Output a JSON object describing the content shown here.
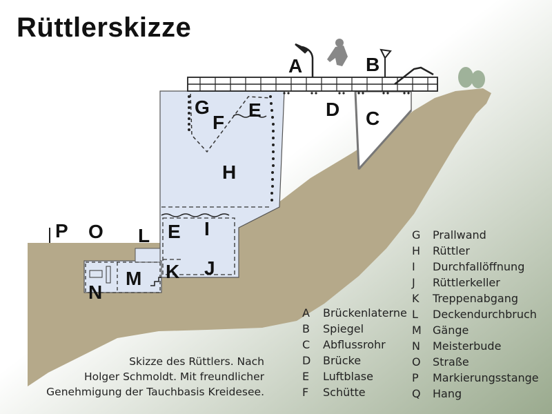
{
  "title": "Rüttlerskizze",
  "labels": {
    "A": "A",
    "B": "B",
    "C": "C",
    "D": "D",
    "E1": "E",
    "E2": "E",
    "F": "F",
    "G": "G",
    "H": "H",
    "I": "I",
    "J": "J",
    "K": "K",
    "L": "L",
    "M": "M",
    "N": "N",
    "O": "O",
    "P": "P"
  },
  "legend_left": [
    {
      "key": "A",
      "text": "Brückenlaterne"
    },
    {
      "key": "B",
      "text": "Spiegel"
    },
    {
      "key": "C",
      "text": "Abflussrohr"
    },
    {
      "key": "D",
      "text": "Brücke"
    },
    {
      "key": "E",
      "text": "Luftblase"
    },
    {
      "key": "F",
      "text": "Schütte"
    }
  ],
  "legend_right": [
    {
      "key": "G",
      "text": "Prallwand"
    },
    {
      "key": "H",
      "text": "Rüttler"
    },
    {
      "key": "I",
      "text": "Durchfallöffnung"
    },
    {
      "key": "J",
      "text": "Rüttlerkeller"
    },
    {
      "key": "K",
      "text": "Treppenabgang"
    },
    {
      "key": "L",
      "text": "Deckendurchbruch"
    },
    {
      "key": "M",
      "text": "Gänge"
    },
    {
      "key": "N",
      "text": "Meisterbude"
    },
    {
      "key": "O",
      "text": "Straße"
    },
    {
      "key": "P",
      "text": "Markierungsstange"
    },
    {
      "key": "Q",
      "text": "Hang"
    }
  ],
  "caption": [
    "Skizze des Rüttlers. Nach",
    "Holger Schmoldt. Mit freundlicher",
    "Genehmigung der Tauchbasis Kreidesee."
  ],
  "colors": {
    "ground": "#b5a98a",
    "structure": "#dde5f3",
    "background_gradient_end": "#9aaa8e"
  }
}
